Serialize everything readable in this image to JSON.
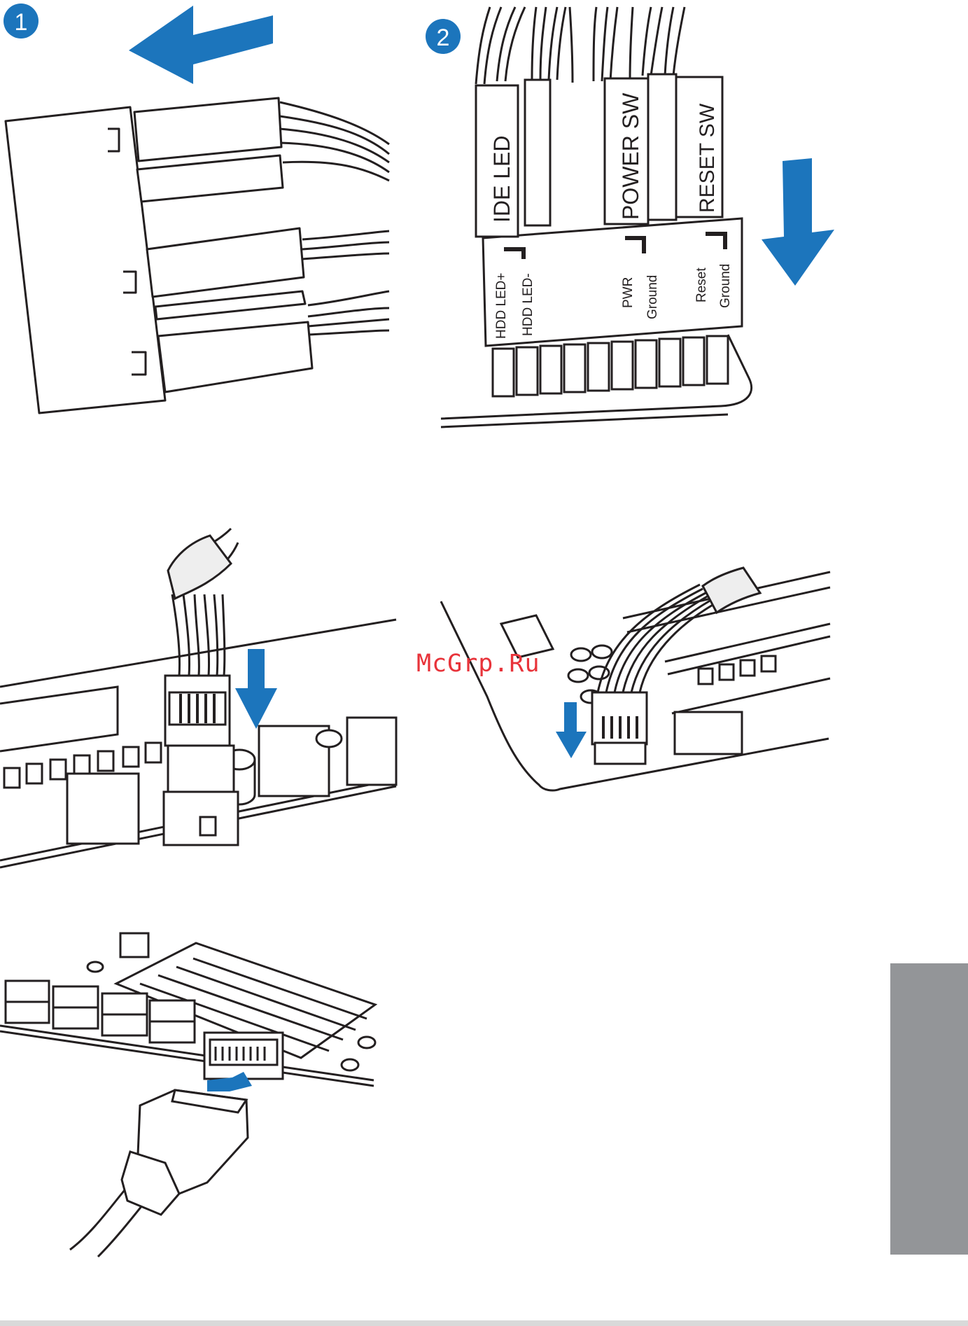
{
  "steps": {
    "step1": "1",
    "step2": "2"
  },
  "connector_labels": {
    "ide_led": "IDE  LED",
    "power_sw": "POWER SW",
    "reset_sw": "RESET SW"
  },
  "pin_labels": {
    "hdd_led_plus": "HDD  LED+",
    "hdd_led_minus": "HDD  LED-",
    "pwr": "PWR",
    "pwr_ground": "Ground",
    "reset": "Reset",
    "reset_ground": "Ground"
  },
  "watermark": "McGrp.Ru",
  "colors": {
    "accent_blue": "#1c75bc",
    "tab_gray": "#939598"
  }
}
